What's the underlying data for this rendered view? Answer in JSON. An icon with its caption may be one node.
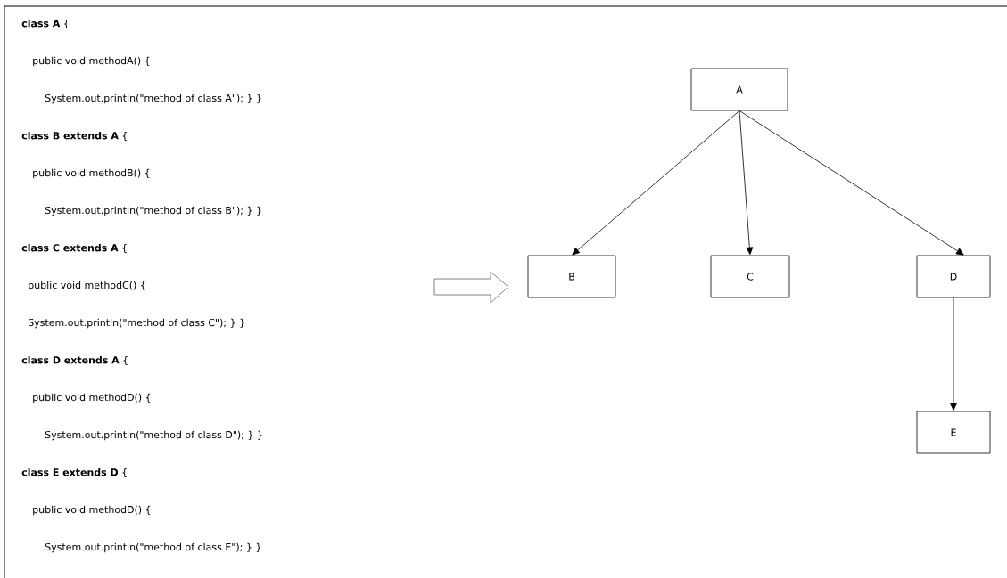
{
  "diagram": {
    "nodes": [
      {
        "text": [
          "A"
        ]
      },
      {
        "text": [
          "B"
        ]
      },
      {
        "text": [
          "C"
        ]
      },
      {
        "text": [
          "D"
        ]
      },
      {
        "text": [
          "E"
        ]
      }
    ],
    "edges": [
      {
        "from": 0,
        "to": 1,
        "arrow": "to"
      },
      {
        "from": 0,
        "to": 2,
        "arrow": "to"
      },
      {
        "from": 0,
        "to": 3,
        "arrow": "to"
      },
      {
        "from": 3,
        "to": 4,
        "arrow": "to"
      }
    ],
    "labels": [
      "**class A** {",
      "public void methodA()  {",
      "System.out.println(\"method of class A\");  } }",
      "**class B extends A** {",
      "public void methodB()  {",
      "System.out.println(\"method of class B\");  } }",
      "**class C extends A** {",
      "public void methodC() {",
      "System.out.println(\"method of class C\");  } }",
      "**class D extends A** {",
      "public void methodD()  {",
      "System.out.println(\"method of class D\");  } }",
      "**class E extends D** {",
      "public void methodD()  {",
      "System.out.println(\"method of class E\");  } }"
    ]
  }
}
